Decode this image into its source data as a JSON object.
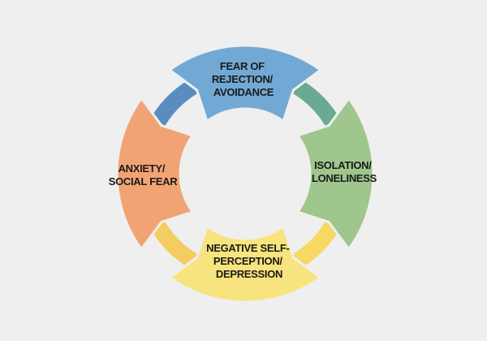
{
  "diagram": {
    "type": "cycle",
    "nodes": [
      {
        "id": "top",
        "lines": [
          "FEAR OF",
          "REJECTION/",
          "AVOIDANCE"
        ],
        "color": "#72a9d4"
      },
      {
        "id": "right",
        "lines": [
          "ISOLATION/",
          "LONELINESS"
        ],
        "color": "#9fc68c"
      },
      {
        "id": "bottom",
        "lines": [
          "NEGATIVE SELF-",
          "PERCEPTION/",
          "DEPRESSION"
        ],
        "color": "#f8e47e"
      },
      {
        "id": "left",
        "lines": [
          "ANXIETY/",
          "SOCIAL FEAR"
        ],
        "color": "#f2a374"
      }
    ],
    "connectors": [
      {
        "from": "left",
        "to": "top",
        "direction": "both",
        "color": "#5a8cbf"
      },
      {
        "from": "top",
        "to": "right",
        "direction": "both",
        "color": "#6aa992"
      },
      {
        "from": "right",
        "to": "bottom",
        "direction": "both",
        "color": "#f6d862"
      },
      {
        "from": "bottom",
        "to": "left",
        "direction": "both",
        "color": "#f4cd62"
      }
    ]
  }
}
